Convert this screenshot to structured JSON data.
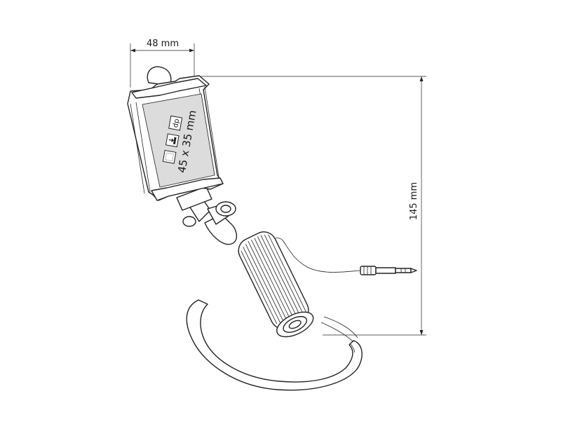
{
  "dimensions": {
    "width_label": "48 mm",
    "height_label": "145 mm"
  },
  "print_area": {
    "size_label": "45 x 35 mm",
    "method_icons": [
      "pad-print-icon",
      "doming-icon",
      "dp-icon"
    ],
    "dp_label": "dp"
  }
}
